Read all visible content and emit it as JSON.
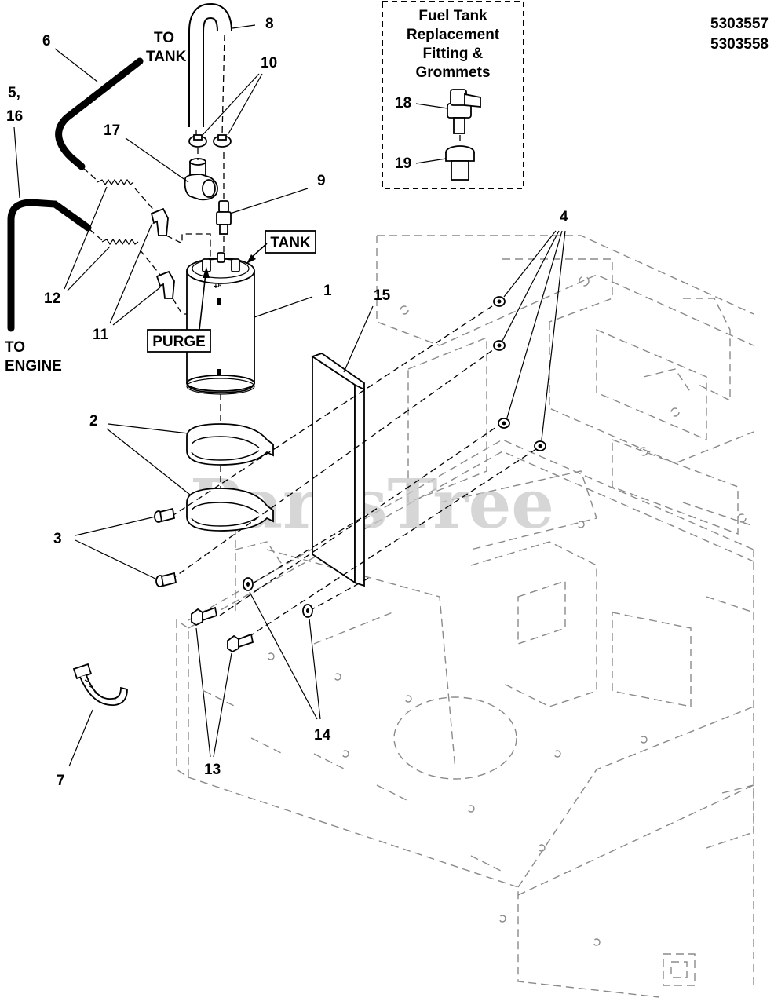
{
  "part_numbers": [
    "5303557",
    "5303558"
  ],
  "inset": {
    "title_lines": [
      "Fuel Tank",
      "Replacement",
      "Fitting &",
      "Grommets"
    ],
    "callouts": [
      "18",
      "19"
    ]
  },
  "labels": {
    "to_tank": [
      "TO",
      "TANK"
    ],
    "to_engine": [
      "TO",
      "ENGINE"
    ],
    "tank_tag": "TANK",
    "purge_tag": "PURGE"
  },
  "callouts": {
    "c1": "1",
    "c2": "2",
    "c3": "3",
    "c4": "4",
    "c5": "5,",
    "c16": "16",
    "c6": "6",
    "c7": "7",
    "c8": "8",
    "c9": "9",
    "c10": "10",
    "c11": "11",
    "c12": "12",
    "c13": "13",
    "c14": "14",
    "c15": "15",
    "c17": "17"
  },
  "watermark": "PartsTree"
}
